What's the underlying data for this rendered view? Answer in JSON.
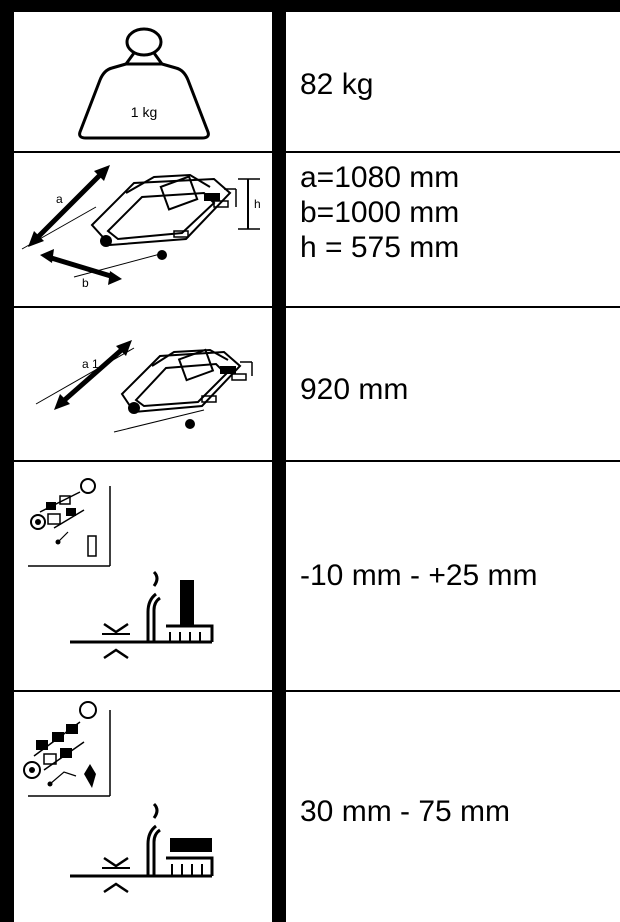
{
  "rows": [
    {
      "id": "weight",
      "icon": "weight-icon",
      "icon_label": "1 kg",
      "values": [
        "82 kg"
      ]
    },
    {
      "id": "dimensions",
      "icon": "machine-dimensions-icon",
      "icon_labels": {
        "a": "a",
        "b": "b",
        "h": "h"
      },
      "values": [
        "a=1080 mm",
        "b=1000 mm",
        "h = 575 mm"
      ]
    },
    {
      "id": "working-width",
      "icon": "machine-width-icon",
      "icon_labels": {
        "a1": "a 1"
      },
      "values": [
        "920 mm"
      ]
    },
    {
      "id": "verticut-depth",
      "icon": "verticut-depth-icon",
      "values": [
        "-10 mm - +25 mm"
      ]
    },
    {
      "id": "cutting-height",
      "icon": "cutting-height-icon",
      "values": [
        "30 mm - 75 mm"
      ]
    }
  ]
}
